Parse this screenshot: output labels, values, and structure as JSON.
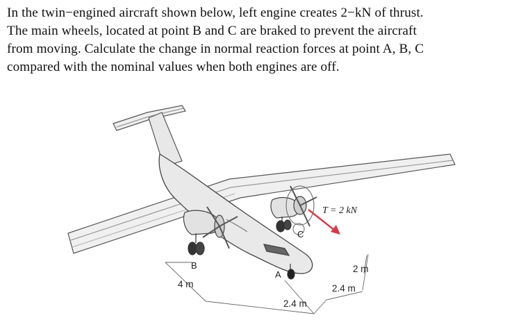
{
  "problem": {
    "lines": [
      "In the twin−engined aircraft shown below, left engine creates 2−kN of thrust.",
      "The main wheels, located at point B and C are braked to prevent the aircraft",
      "from moving. Calculate the change in normal reaction forces at point A, B, C",
      "compared with the nominal values when both engines are off."
    ]
  },
  "figure": {
    "thrust_label": "T = 2 kN",
    "point_a": "A",
    "point_b": "B",
    "point_c": "C",
    "dim_height": "2 m",
    "dim_b_to_a": "4 m",
    "dim_a_to_c": "2.4 m",
    "dim_c_offset": "2.4 m",
    "thrust_color": "#d63a4a"
  }
}
